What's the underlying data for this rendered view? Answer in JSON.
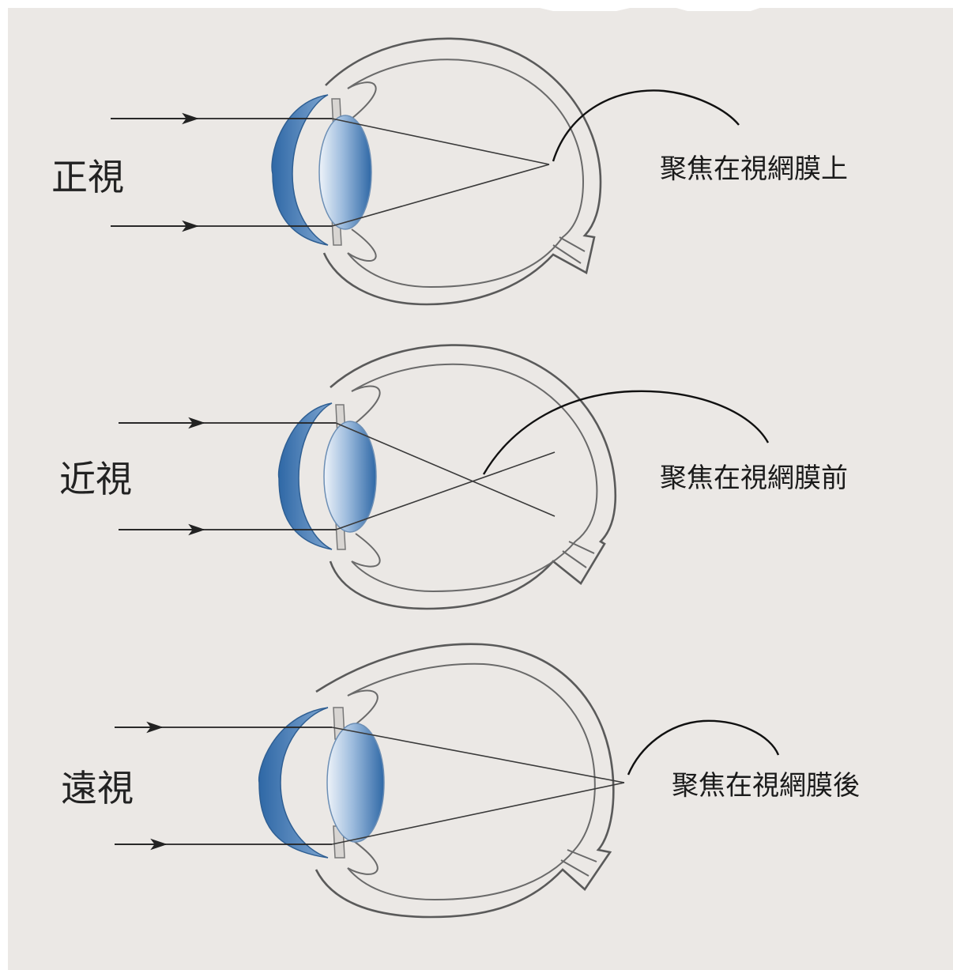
{
  "diagram": {
    "title": "",
    "colors": {
      "background": "#ebe8e5",
      "cornea": "#3f79b3",
      "lens_light": "#e3ecf6",
      "lens_dark": "#2f68a6",
      "outline": "#5a5a5a"
    },
    "rows": [
      {
        "condition": "正視",
        "focus_note": "聚焦在視網膜上"
      },
      {
        "condition": "近視",
        "focus_note": "聚焦在視網膜前"
      },
      {
        "condition": "遠視",
        "focus_note": "聚焦在視網膜後"
      }
    ]
  }
}
